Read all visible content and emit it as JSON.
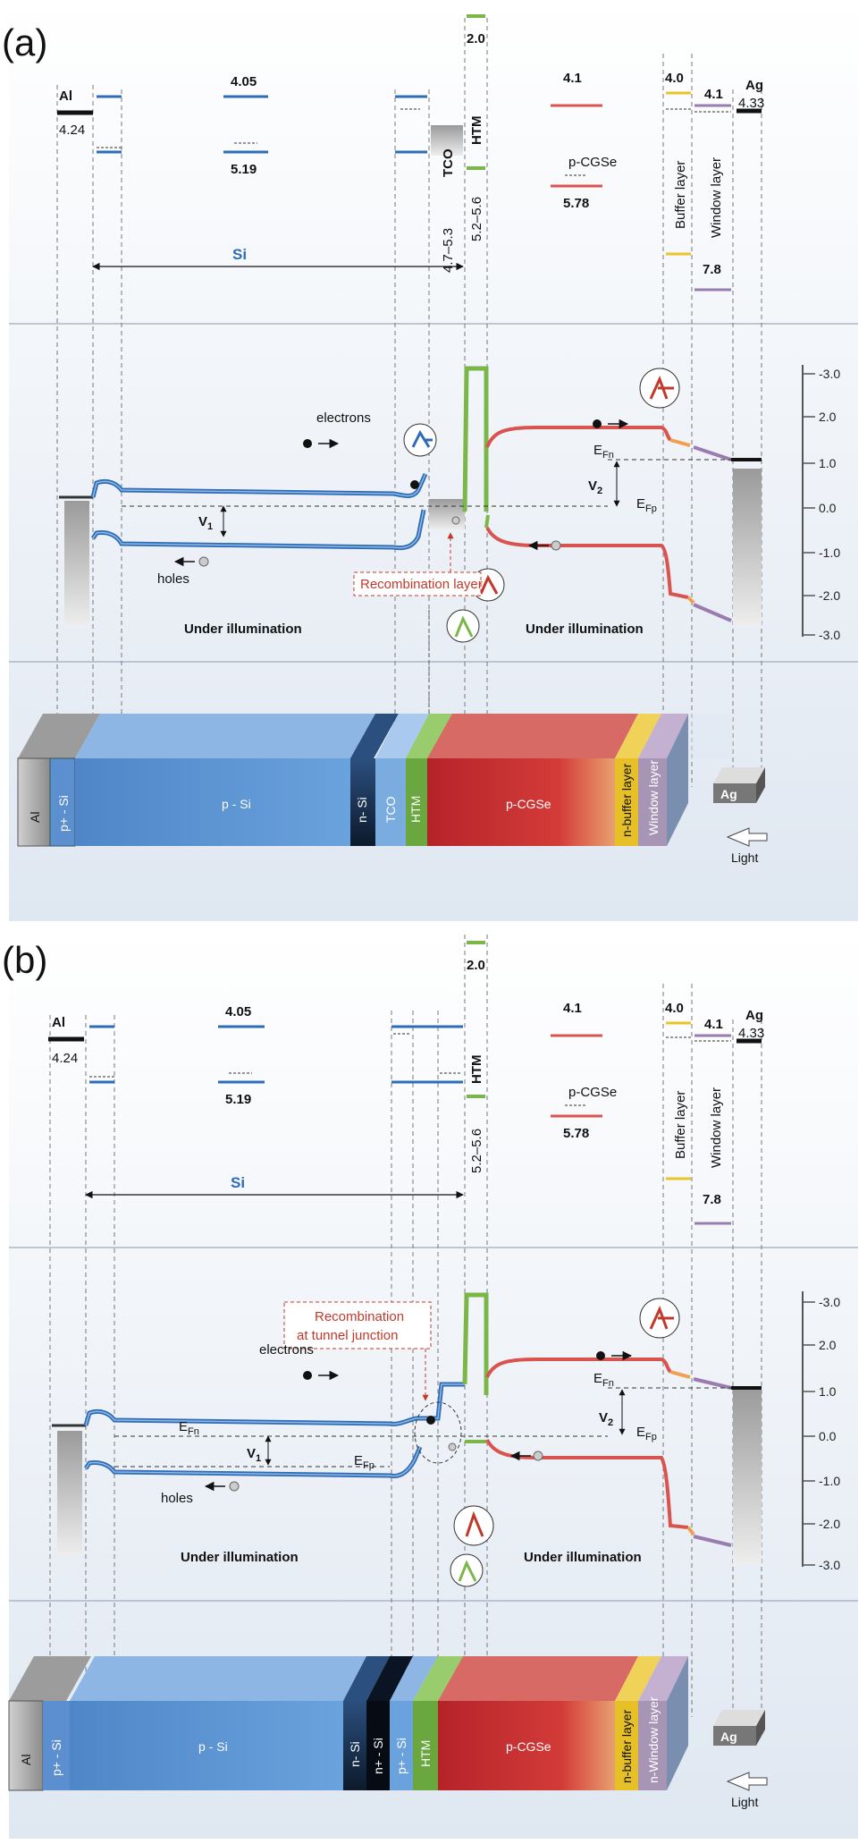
{
  "colors": {
    "si_blue": "#2e6cb5",
    "cgse_red": "#d9534f",
    "htm_green": "#7ab648",
    "buffer_yellow": "#e8c42a",
    "window_purple": "#9b7cb0",
    "black": "#111111",
    "tco_gray": "#bdbdbd",
    "ag_gray": "#cccccc"
  },
  "panel_a": {
    "label": "(a)",
    "energy": {
      "al": "Al",
      "al_val": "4.24",
      "si_top": "4.05",
      "si_bot": "5.19",
      "htm_top": "2.0",
      "tco": "TCO",
      "htm": "HTM",
      "tco_val": "4.7–5.3",
      "htm_val": "5.2–5.6",
      "cgse_top": "4.1",
      "cgse": "p-CGSe",
      "cgse_bot": "5.78",
      "buffer_top": "4.0",
      "buffer": "Buffer layer",
      "window_top": "4.1",
      "window": "Window layer",
      "window_bot": "7.8",
      "ag": "Ag",
      "ag_val": "4.33",
      "si": "Si"
    },
    "band": {
      "electrons": "electrons",
      "holes": "holes",
      "v1": "V",
      "v1_sub": "1",
      "v2": "V",
      "v2_sub": "2",
      "efn": "E",
      "efn_sub": "Fn",
      "efp": "E",
      "efp_sub": "Fp",
      "recomb": "Recombination layer",
      "illum_left": "Under illumination",
      "illum_right": "Under illumination"
    },
    "device": {
      "al": "Al",
      "p_plus_si": "p+ - Si",
      "p_si": "p - Si",
      "n_si": "n- Si",
      "tco": "TCO",
      "htm": "HTM",
      "cgse": "p-CGSe",
      "buffer": "n-buffer layer",
      "window": "Window layer",
      "ag": "Ag",
      "light": "Light"
    }
  },
  "panel_b": {
    "label": "(b)",
    "energy": {
      "al": "Al",
      "al_val": "4.24",
      "si_top": "4.05",
      "si_bot": "5.19",
      "htm_top": "2.0",
      "htm": "HTM",
      "htm_val": "5.2–5.6",
      "cgse_top": "4.1",
      "cgse": "p-CGSe",
      "cgse_bot": "5.78",
      "buffer_top": "4.0",
      "buffer": "Buffer layer",
      "window_top": "4.1",
      "window": "Window layer",
      "window_bot": "7.8",
      "ag": "Ag",
      "ag_val": "4.33",
      "si": "Si"
    },
    "band": {
      "electrons": "electrons",
      "holes": "holes",
      "v1": "V",
      "v1_sub": "1",
      "v2": "V",
      "v2_sub": "2",
      "efn": "E",
      "efn_sub": "Fn",
      "efp": "E",
      "efp_sub": "Fp",
      "efn2": "E",
      "efn2_sub": "Fn",
      "efp2": "E",
      "efp2_sub": "Fp",
      "recomb_1": "Recombination",
      "recomb_2": "at tunnel junction",
      "illum_left": "Under illumination",
      "illum_right": "Under illumination"
    },
    "device": {
      "al": "Al",
      "p_plus_si": "p+ - Si",
      "p_si": "p - Si",
      "n_si": "n- Si",
      "n_plus_si": "n+ - Si",
      "p_plus_si_2": "p+ - Si",
      "htm": "HTM",
      "cgse": "p-CGSe",
      "buffer": "n-buffer layer",
      "window": "n-Window layer",
      "ag": "Ag",
      "light": "Light"
    }
  },
  "axis": {
    "ticks": [
      "-3.0",
      "2.0",
      "1.0",
      "0.0",
      "-1.0",
      "-2.0",
      "-3.0"
    ]
  }
}
